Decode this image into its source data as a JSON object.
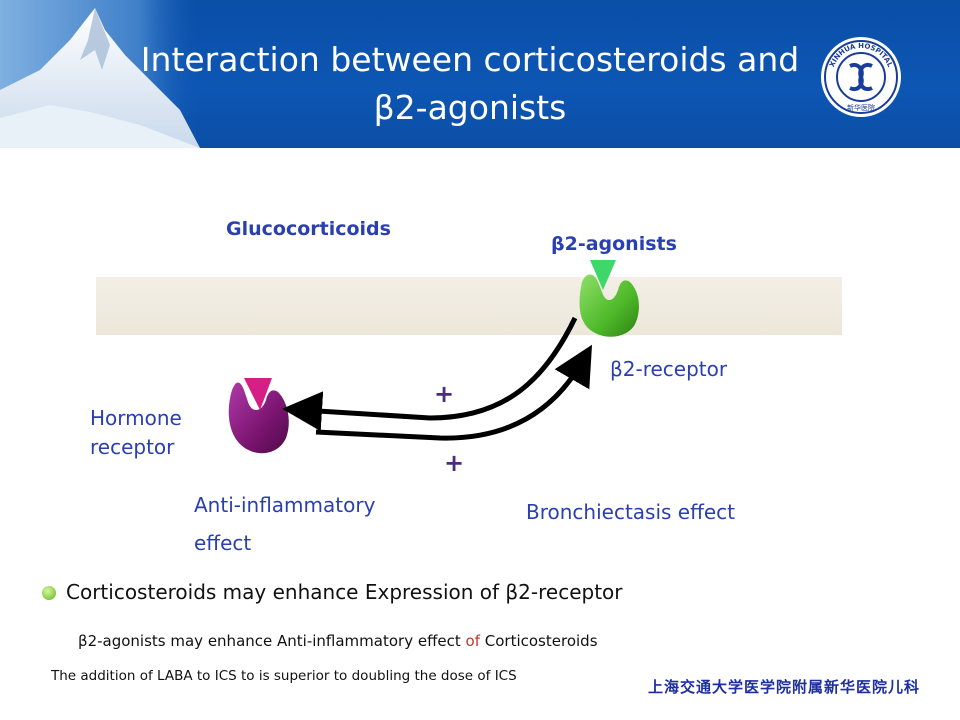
{
  "title": {
    "line1": "Interaction between corticosteroids  and",
    "line2": "β2-agonists"
  },
  "logo": {
    "ring_text": "XINHUA HOSPITAL",
    "center_text": "新华医院"
  },
  "diagram": {
    "glucocorticoids_label": "Glucocorticoids",
    "b2_agonists_label": "β2-agonists",
    "b2_receptor_label": "β2-receptor",
    "hormone_receptor_line1": "Hormone",
    "hormone_receptor_line2": "receptor",
    "anti_inflammatory_line1": "Anti-inflammatory",
    "anti_inflammatory_line2": "effect",
    "bronchiectasis_label": "Bronchiectasis effect",
    "plus_top": "+",
    "plus_bottom": "+"
  },
  "bullets": {
    "main": "Corticosteroids may enhance Expression of β2-receptor",
    "sub_part1": "β2-agonists may enhance Anti-inflammatory effect ",
    "sub_of": "of",
    "sub_part2": " Corticosteroids",
    "note": "The addition of LABA to ICS to is superior to doubling the dose of ICS"
  },
  "footer": {
    "institution": "上海交通大学医学院附属新华医院儿科"
  },
  "colors": {
    "header_blue": "#0d56b3",
    "label_blue": "#2a3fb0",
    "receptor_purple": "#7a1470",
    "ligand_magenta": "#d61f86",
    "receptor_green": "#4db828",
    "ligand_green": "#3ed86a"
  }
}
